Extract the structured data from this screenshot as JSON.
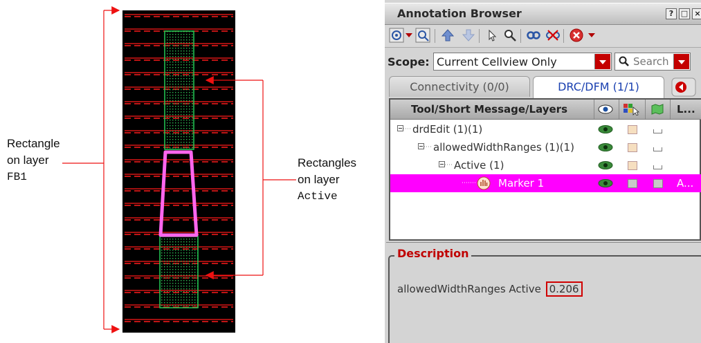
{
  "figure": {
    "labels": {
      "fb1_line1": "Rectangle",
      "fb1_line2": "on layer",
      "fb1_layer": "FB1",
      "active_line1": "Rectangles",
      "active_line2": "on layer",
      "active_layer": "Active"
    },
    "colors": {
      "canvas_bg": "#000000",
      "fb1_lines": "#ff1a1a",
      "active_outline": "#22cc55",
      "marker": "#ff66ee",
      "callout": "#ee1111"
    }
  },
  "browser": {
    "title": "Annotation Browser",
    "window_buttons": [
      "?",
      "□",
      "×"
    ],
    "toolbar_icons": [
      "target-icon",
      "zoom-fit-icon",
      "arrow-up-icon",
      "arrow-down-icon",
      "pointer-icon",
      "magnifier-icon",
      "link-icon",
      "unlink-icon",
      "stop-icon"
    ],
    "scope": {
      "label": "Scope:",
      "value": "Current Cellview Only"
    },
    "search": {
      "placeholder": "Search"
    },
    "tabs": [
      {
        "label": "Connectivity (0/0)",
        "active": false
      },
      {
        "label": "DRC/DFM (1/1)",
        "active": true
      }
    ],
    "tree": {
      "columns": {
        "name": "Tool/Short Message/Layers",
        "last": "L..."
      },
      "rows": [
        {
          "label": "drdEdit (1)(1)",
          "selected": false
        },
        {
          "label": "allowedWidthRanges (1)(1)",
          "selected": false
        },
        {
          "label": "Active (1)",
          "selected": false
        },
        {
          "label": "Marker 1",
          "selected": true,
          "extra": "A..."
        }
      ]
    },
    "description": {
      "title": "Description",
      "text": "allowedWidthRanges Active",
      "value": "0.206"
    }
  }
}
